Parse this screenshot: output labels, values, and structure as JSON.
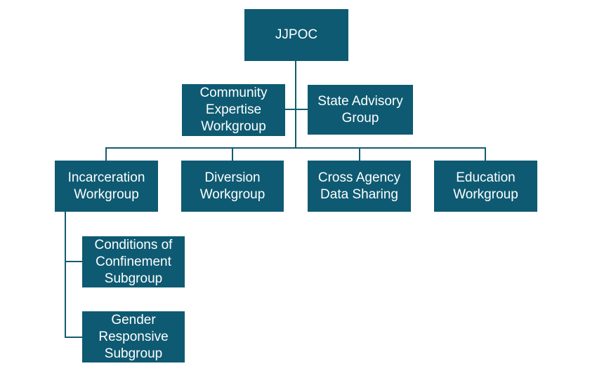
{
  "colors": {
    "box_fill": "#0E5A72",
    "box_text": "#FFFFFF",
    "connector": "#155B70",
    "background": "#FFFFFF"
  },
  "nodes": {
    "jjpoc": {
      "label": "JJPOC"
    },
    "community_expertise": {
      "label": "Community Expertise Workgroup"
    },
    "state_advisory": {
      "label": "State Advisory Group"
    },
    "incarceration": {
      "label": "Incarceration Workgroup"
    },
    "diversion": {
      "label": "Diversion Workgroup"
    },
    "cross_agency": {
      "label": "Cross Agency Data Sharing"
    },
    "education": {
      "label": "Education Workgroup"
    },
    "conditions_of_confinement": {
      "label": "Conditions of Confinement Subgroup"
    },
    "gender_responsive": {
      "label": "Gender Responsive Subgroup"
    }
  },
  "hierarchy": {
    "root": "jjpoc",
    "attached_to_root": [
      "community_expertise",
      "state_advisory"
    ],
    "workgroups": [
      "incarceration",
      "diversion",
      "cross_agency",
      "education"
    ],
    "incarceration_subgroups": [
      "conditions_of_confinement",
      "gender_responsive"
    ]
  }
}
